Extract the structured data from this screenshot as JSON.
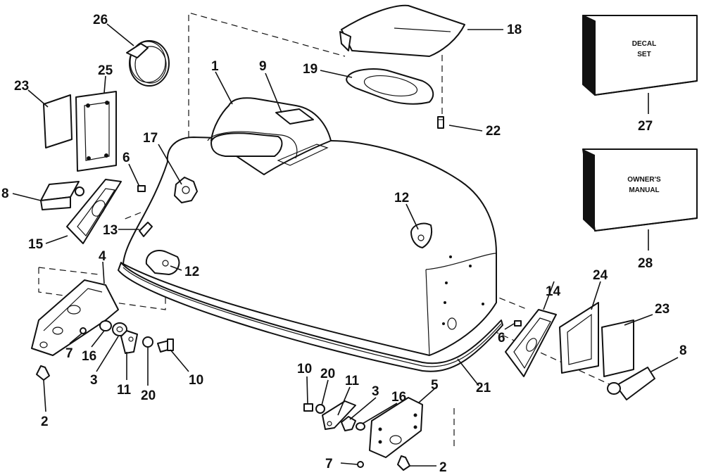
{
  "diagram": {
    "callouts": [
      "1",
      "2",
      "2",
      "3",
      "3",
      "4",
      "5",
      "6",
      "6",
      "7",
      "7",
      "8",
      "8",
      "9",
      "10",
      "10",
      "11",
      "11",
      "12",
      "12",
      "13",
      "14",
      "15",
      "16",
      "16",
      "17",
      "18",
      "19",
      "20",
      "20",
      "21",
      "22",
      "23",
      "23",
      "24",
      "25",
      "26",
      "27",
      "28"
    ],
    "decal_box": [
      "DECAL",
      "SET"
    ],
    "manual_box": [
      "OWNER'S",
      "MANUAL"
    ]
  }
}
